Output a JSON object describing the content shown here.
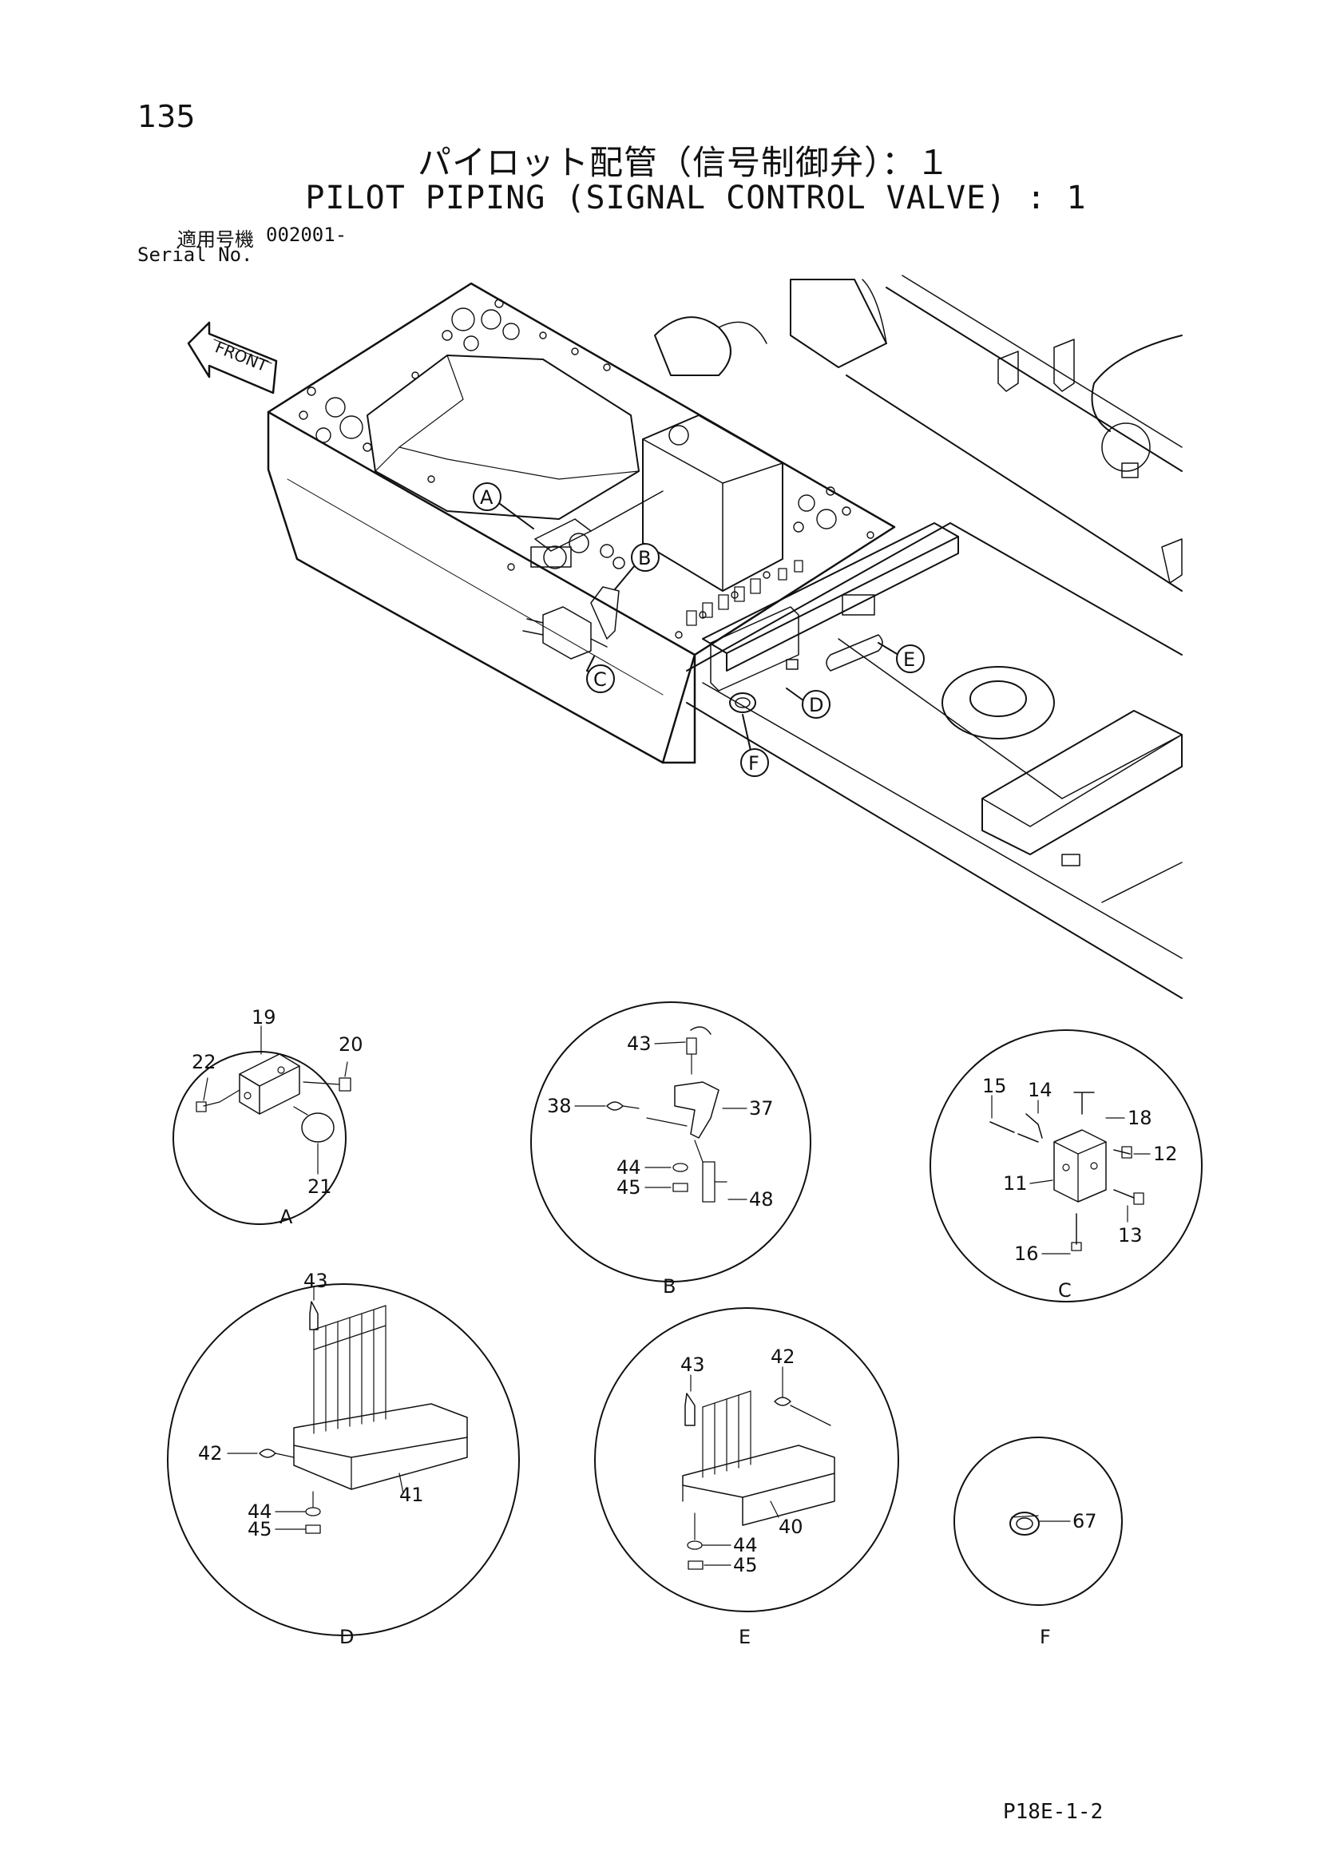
{
  "page": {
    "number": "135",
    "title_jp": "パイロット配管（信号制御弁）：１",
    "title_en": "PILOT PIPING (SIGNAL CONTROL VALVE) : 1",
    "serial_label_jp": "適用号機",
    "serial_value": "002001-",
    "serial_label_en": "Serial No.",
    "footer_code": "P18E-1-2"
  },
  "main_view": {
    "front_label": "FRONT",
    "callouts": [
      "A",
      "B",
      "C",
      "D",
      "E",
      "F"
    ]
  },
  "details": {
    "A": {
      "letter": "A",
      "parts": [
        "19",
        "20",
        "21",
        "22"
      ]
    },
    "B": {
      "letter": "B",
      "parts": [
        "43",
        "38",
        "37",
        "44",
        "45",
        "48"
      ]
    },
    "C": {
      "letter": "C",
      "parts": [
        "15",
        "14",
        "18",
        "12",
        "11",
        "13",
        "16"
      ]
    },
    "D": {
      "letter": "D",
      "parts": [
        "43",
        "42",
        "41",
        "44",
        "45"
      ]
    },
    "E": {
      "letter": "E",
      "parts": [
        "43",
        "42",
        "40",
        "44",
        "45"
      ]
    },
    "F": {
      "letter": "F",
      "parts": [
        "67"
      ]
    }
  }
}
